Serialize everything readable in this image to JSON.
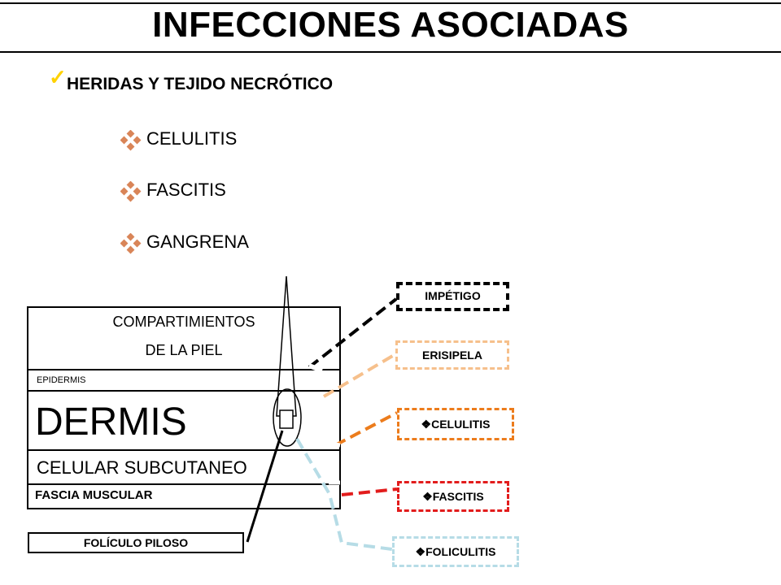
{
  "title": "INFECCIONES ASOCIADAS",
  "main_point": {
    "check_icon": "checkmark-icon",
    "text": "HERIDAS Y TEJIDO NECRÓTICO"
  },
  "bullet_icon": "diamond-bullet-icon",
  "sub_items": [
    "CELULITIS",
    "FASCITIS",
    "GANGRENA"
  ],
  "skin_diagram": {
    "header_line1": "COMPARTIMIENTOS",
    "header_line2": "DE LA PIEL",
    "epidermis": "EPIDERMIS",
    "dermis": "DERMIS",
    "subcutaneo": "CELULAR SUBCUTANEO",
    "fascia": "FASCIA MUSCULAR",
    "folliculo": "FOLÍCULO PILOSO"
  },
  "infections": [
    {
      "label": "IMPÉTIGO",
      "color": "#000000",
      "bullet": false
    },
    {
      "label": "ERISIPELA",
      "color": "#f6c08c",
      "bullet": false
    },
    {
      "label": "CELULITIS",
      "color": "#ec7c1c",
      "bullet": true
    },
    {
      "label": "FASCITIS",
      "color": "#e21c1c",
      "bullet": true
    },
    {
      "label": "FOLICULITIS",
      "color": "#b6dce6",
      "bullet": true
    }
  ],
  "colors": {
    "bullet": "#d98558",
    "check": "#ffd200"
  }
}
